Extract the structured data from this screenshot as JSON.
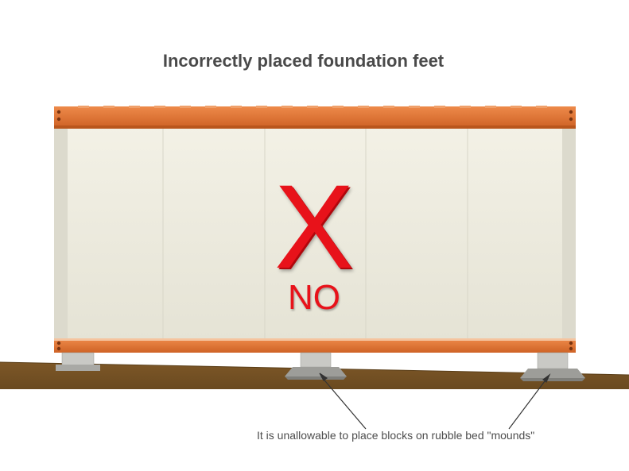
{
  "title": "Incorrectly placed foundation feet",
  "mark": {
    "symbol": "X",
    "label": "NO"
  },
  "caption": "It is unallowable to place blocks on rubble bed \"mounds\"",
  "colors": {
    "frame": "#e07535",
    "panel": "#ecebe0",
    "ground": "#7a5526",
    "block": "#c8c8c4",
    "mark": "#e8121a"
  }
}
